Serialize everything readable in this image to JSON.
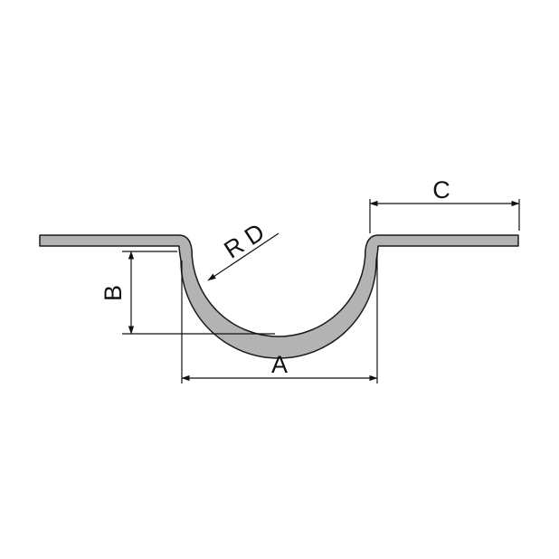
{
  "labels": {
    "a": "A",
    "b": "B",
    "c": "C",
    "rd": "R D"
  },
  "colors": {
    "profile_fill": "#b3b3b3",
    "profile_stroke": "#1a1a1a",
    "dimension_line": "#111111",
    "background": "#ffffff"
  }
}
